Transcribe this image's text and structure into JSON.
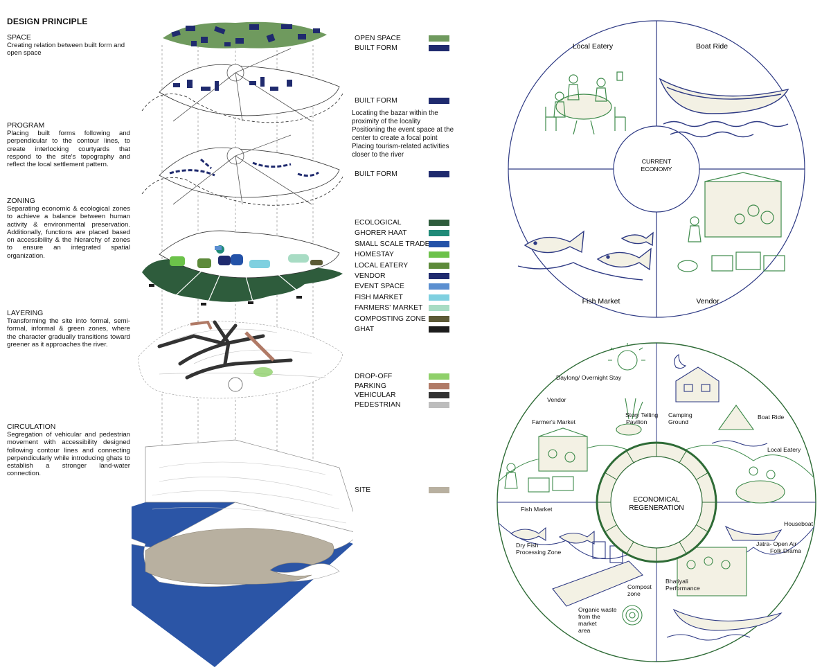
{
  "title": "DESIGN PRINCIPLE",
  "sections": [
    {
      "heading": "SPACE",
      "text": "Creating relation between built form and open space"
    },
    {
      "heading": "PROGRAM",
      "text": "Placing built forms following and perpendicular to the contour lines, to create interlocking courtyards that respond to the site's topography and reflect the local settlement pattern."
    },
    {
      "heading": "ZONING",
      "text": "Separating economic & ecological zones to achieve a balance between human activity & environmental preservation. Additionally, functions are placed based on accessibility & the hierarchy of zones to ensure an integrated spatial organization."
    },
    {
      "heading": "LAYERING",
      "text": "Transforming the site into formal, semi-formal, informal & green zones, where the character gradually transitions toward greener as it approaches the river."
    },
    {
      "heading": "CIRCULATION",
      "text": "Segregation of vehicular and pedestrian movement with accessibility designed following contour lines and connecting perpendicularly while introducing ghats to establish a stronger land-water connection."
    }
  ],
  "legend_space": [
    {
      "label": "OPEN SPACE",
      "color": "#6f9a5e"
    },
    {
      "label": "BUILT FORM",
      "color": "#1f2a6e"
    }
  ],
  "legend_program": {
    "label": "BUILT FORM",
    "color": "#1f2a6e"
  },
  "program_notes": [
    "Locating the bazar within the proximity of the locality",
    "Positioning the event space at the center to create a focal point",
    "Placing tourism-related activities closer to the river"
  ],
  "legend_program2": {
    "label": "BUILT FORM",
    "color": "#1f2a6e"
  },
  "legend_zoning": [
    {
      "label": "ECOLOGICAL",
      "color": "#2e5c3c"
    },
    {
      "label": "GHORER HAAT",
      "color": "#1f8a78"
    },
    {
      "label": "SMALL SCALE TRADE",
      "color": "#2352a8"
    },
    {
      "label": "HOMESTAY",
      "color": "#6cc24a"
    },
    {
      "label": "LOCAL EATERY",
      "color": "#5d8a3a"
    },
    {
      "label": "VENDOR",
      "color": "#1f2a6e"
    },
    {
      "label": "EVENT SPACE",
      "color": "#5b8fd0"
    },
    {
      "label": "FISH MARKET",
      "color": "#7fd0e0"
    },
    {
      "label": "FARMERS' MARKET",
      "color": "#a8dcc4"
    },
    {
      "label": "COMPOSTING ZONE",
      "color": "#5c5a36"
    },
    {
      "label": "GHAT",
      "color": "#1c1c1c"
    }
  ],
  "legend_circulation": [
    {
      "label": "DROP-OFF",
      "color": "#8fd06a"
    },
    {
      "label": "PARKING",
      "color": "#b07a66"
    },
    {
      "label": "VEHICULAR",
      "color": "#333333"
    },
    {
      "label": "PEDESTRIAN",
      "color": "#bdbdbd"
    }
  ],
  "legend_site": {
    "label": "SITE",
    "color": "#b8b0a0"
  },
  "current_economy": {
    "center": [
      "CURRENT",
      "ECONOMY"
    ],
    "quadrants": [
      "Local Eatery",
      "Boat Ride",
      "Fish Market",
      "Vendor"
    ]
  },
  "regeneration": {
    "center": [
      "ECONOMICAL",
      "REGENERATION"
    ],
    "labels": [
      "Daylong/ Overnight Stay",
      "Vendor",
      "Farmer's Market",
      "Story Telling Pavilion",
      "Camping Ground",
      "Boat Ride",
      "Local Eatery",
      "Houseboat",
      "Jatra- Open Air Folk Drama",
      "Fish Market",
      "Dry Fish Processing Zone",
      "Compost zone",
      "Organic waste from the market area",
      "Bhatiyali Performance"
    ]
  }
}
